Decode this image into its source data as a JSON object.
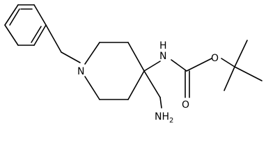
{
  "molecule": {
    "atoms": [
      {
        "id": "N1",
        "label": "N"
      },
      {
        "id": "N2",
        "label": "N"
      },
      {
        "id": "H",
        "label": "H"
      },
      {
        "id": "O1",
        "label": "O"
      },
      {
        "id": "O2",
        "label": "O"
      },
      {
        "id": "NH2",
        "label": "NH",
        "sub": "2"
      }
    ]
  }
}
